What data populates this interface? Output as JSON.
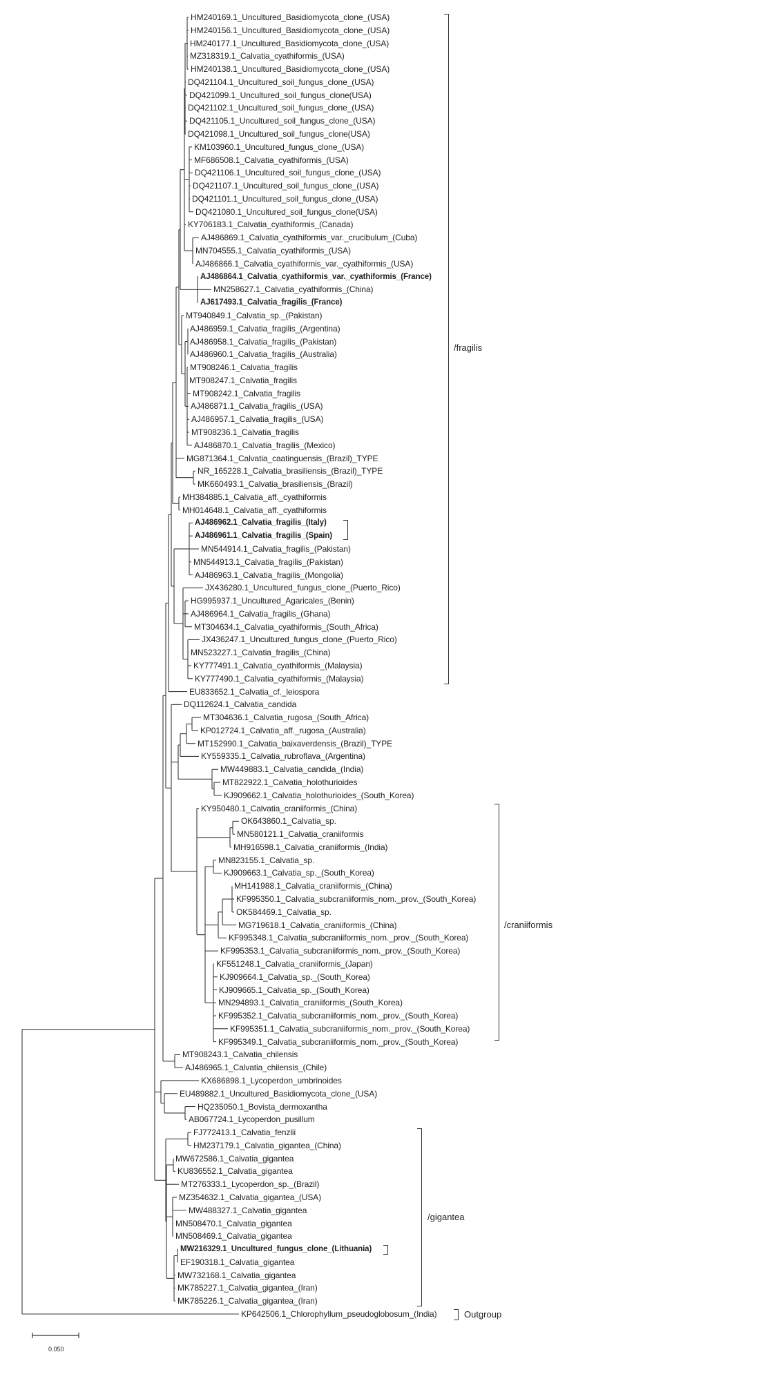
{
  "leaves": [
    {
      "label": "HM240169.1_Uncultured_Basidiomycota_clone_(USA)"
    },
    {
      "label": "HM240156.1_Uncultured_Basidiomycota_clone_(USA)"
    },
    {
      "label": "HM240177.1_Uncultured_Basidiomycota_clone_(USA)"
    },
    {
      "label": "MZ318319.1_Calvatia_cyathiformis_(USA)"
    },
    {
      "label": "HM240138.1_Uncultured_Basidiomycota_clone_(USA)"
    },
    {
      "label": "DQ421104.1_Uncultured_soil_fungus_clone_(USA)"
    },
    {
      "label": "DQ421099.1_Uncultured_soil_fungus_clone(USA)"
    },
    {
      "label": "DQ421102.1_Uncultured_soil_fungus_clone_(USA)"
    },
    {
      "label": "DQ421105.1_Uncultured_soil_fungus_clone_(USA)"
    },
    {
      "label": "DQ421098.1_Uncultured_soil_fungus_clone(USA)"
    },
    {
      "label": "KM103960.1_Uncultured_fungus_clone_(USA)"
    },
    {
      "label": "MF686508.1_Calvatia_cyathiformis_(USA)"
    },
    {
      "label": "DQ421106.1_Uncultured_soil_fungus_clone_(USA)"
    },
    {
      "label": "DQ421107.1_Uncultured_soil_fungus_clone_(USA)"
    },
    {
      "label": "DQ421101.1_Uncultured_soil_fungus_clone_(USA)"
    },
    {
      "label": "DQ421080.1_Uncultured_soil_fungus_clone(USA)"
    },
    {
      "label": "KY706183.1_Calvatia_cyathiformis_(Canada)"
    },
    {
      "label": "AJ486869.1_Calvatia_cyathiformis_var._crucibulum_(Cuba)"
    },
    {
      "label": "MN704555.1_Calvatia_cyathiformis_(USA)"
    },
    {
      "label": "AJ486866.1_Calvatia_cyathiformis_var._cyathiformis_(USA)"
    },
    {
      "label": "AJ486864.1_Calvatia_cyathiformis_var._cyathiformis_(France)",
      "bold": true
    },
    {
      "label": "MN258627.1_Calvatia_cyathiformis_(China)"
    },
    {
      "label": "AJ617493.1_Calvatia_fragilis_(France)",
      "bold": true
    },
    {
      "label": "MT940849.1_Calvatia_sp._(Pakistan)"
    },
    {
      "label": "AJ486959.1_Calvatia_fragilis_(Argentina)"
    },
    {
      "label": "AJ486958.1_Calvatia_fragilis_(Pakistan)"
    },
    {
      "label": "AJ486960.1_Calvatia_fragilis_(Australia)"
    },
    {
      "label": "MT908246.1_Calvatia_fragilis"
    },
    {
      "label": "MT908247.1_Calvatia_fragilis"
    },
    {
      "label": "MT908242.1_Calvatia_fragilis"
    },
    {
      "label": "AJ486871.1_Calvatia_fragilis_(USA)"
    },
    {
      "label": "AJ486957.1_Calvatia_fragilis_(USA)"
    },
    {
      "label": "MT908236.1_Calvatia_fragilis"
    },
    {
      "label": "AJ486870.1_Calvatia_fragilis_(Mexico)"
    },
    {
      "label": "MG871364.1_Calvatia_caatinguensis_(Brazil)_TYPE"
    },
    {
      "label": "NR_165228.1_Calvatia_brasiliensis_(Brazil)_TYPE"
    },
    {
      "label": "MK660493.1_Calvatia_brasiliensis_(Brazil)"
    },
    {
      "label": "MH384885.1_Calvatia_aff._cyathiformis"
    },
    {
      "label": "MH014648.1_Calvatia_aff._cyathiformis"
    },
    {
      "label": "AJ486962.1_Calvatia_fragilis_(Italy)",
      "bold": true
    },
    {
      "label": "AJ486961.1_Calvatia_fragilis_(Spain)",
      "bold": true
    },
    {
      "label": "MN544914.1_Calvatia_fragilis_(Pakistan)"
    },
    {
      "label": "MN544913.1_Calvatia_fragilis_(Pakistan)"
    },
    {
      "label": "AJ486963.1_Calvatia_fragilis_(Mongolia)"
    },
    {
      "label": "JX436280.1_Uncultured_fungus_clone_(Puerto_Rico)"
    },
    {
      "label": "HG995937.1_Uncultured_Agaricales_(Benin)"
    },
    {
      "label": "AJ486964.1_Calvatia_fragilis_(Ghana)"
    },
    {
      "label": "MT304634.1_Calvatia_cyathiformis_(South_Africa)"
    },
    {
      "label": "JX436247.1_Uncultured_fungus_clone_(Puerto_Rico)"
    },
    {
      "label": "MN523227.1_Calvatia_fragilis_(China)"
    },
    {
      "label": "KY777491.1_Calvatia_cyathiformis_(Malaysia)"
    },
    {
      "label": "KY777490.1_Calvatia_cyathiformis_(Malaysia)"
    },
    {
      "label": "EU833652.1_Calvatia_cf._leiospora"
    },
    {
      "label": "DQ112624.1_Calvatia_candida"
    },
    {
      "label": "MT304636.1_Calvatia_rugosa_(South_Africa)"
    },
    {
      "label": "KP012724.1_Calvatia_aff._rugosa_(Australia)"
    },
    {
      "label": "MT152990.1_Calvatia_baixaverdensis_(Brazil)_TYPE"
    },
    {
      "label": "KY559335.1_Calvatia_rubroflava_(Argentina)"
    },
    {
      "label": "MW449883.1_Calvatia_candida_(India)"
    },
    {
      "label": "MT822922.1_Calvatia_holothurioides"
    },
    {
      "label": "KJ909662.1_Calvatia_holothurioides_(South_Korea)"
    },
    {
      "label": "KY950480.1_Calvatia_craniiformis_(China)"
    },
    {
      "label": "OK643860.1_Calvatia_sp."
    },
    {
      "label": "MN580121.1_Calvatia_craniiformis"
    },
    {
      "label": "MH916598.1_Calvatia_craniiformis_(India)"
    },
    {
      "label": "MN823155.1_Calvatia_sp."
    },
    {
      "label": "KJ909663.1_Calvatia_sp._(South_Korea)"
    },
    {
      "label": "MH141988.1_Calvatia_craniiformis_(China)"
    },
    {
      "label": "KF995350.1_Calvatia_subcraniiformis_nom._prov._(South_Korea)"
    },
    {
      "label": "OK584469.1_Calvatia_sp."
    },
    {
      "label": "MG719618.1_Calvatia_craniiformis_(China)"
    },
    {
      "label": "KF995348.1_Calvatia_subcraniiformis_nom._prov._(South_Korea)"
    },
    {
      "label": "KF995353.1_Calvatia_subcraniiformis_nom._prov._(South_Korea)"
    },
    {
      "label": "KF551248.1_Calvatia_craniiformis_(Japan)"
    },
    {
      "label": "KJ909664.1_Calvatia_sp._(South_Korea)"
    },
    {
      "label": "KJ909665.1_Calvatia_sp._(South_Korea)"
    },
    {
      "label": "MN294893.1_Calvatia_craniiformis_(South_Korea)"
    },
    {
      "label": "KF995352.1_Calvatia_subcraniiformis_nom._prov._(South_Korea)"
    },
    {
      "label": "KF995351.1_Calvatia_subcraniiformis_nom._prov._(South_Korea)"
    },
    {
      "label": "KF995349.1_Calvatia_subcraniiformis_nom._prov._(South_Korea)"
    },
    {
      "label": "MT908243.1_Calvatia_chilensis"
    },
    {
      "label": "AJ486965.1_Calvatia_chilensis_(Chile)"
    },
    {
      "label": "KX686898.1_Lycoperdon_umbrinoides"
    },
    {
      "label": "EU489882.1_Uncultured_Basidiomycota_clone_(USA)"
    },
    {
      "label": "HQ235050.1_Bovista_dermoxantha"
    },
    {
      "label": "AB067724.1_Lycoperdon_pusillum"
    },
    {
      "label": "FJ772413.1_Calvatia_fenzlii"
    },
    {
      "label": "HM237179.1_Calvatia_gigantea_(China)"
    },
    {
      "label": "MW672586.1_Calvatia_gigantea"
    },
    {
      "label": "KU836552.1_Calvatia_gigantea"
    },
    {
      "label": "MT276333.1_Lycoperdon_sp._(Brazil)"
    },
    {
      "label": "MZ354632.1_Calvatia_gigantea_(USA)"
    },
    {
      "label": "MW488327.1_Calvatia_gigantea"
    },
    {
      "label": "MN508470.1_Calvatia_gigantea"
    },
    {
      "label": "MN508469.1_Calvatia_gigantea"
    },
    {
      "label": "MW216329.1_Uncultured_fungus_clone_(Lithuania)",
      "bold": true
    },
    {
      "label": "EF190318.1_Calvatia_gigantea"
    },
    {
      "label": "MW732168.1_Calvatia_gigantea"
    },
    {
      "label": "MK785227.1_Calvatia_gigantea_(Iran)"
    },
    {
      "label": "MK785226.1_Calvatia_gigantea_(Iran)"
    },
    {
      "label": "KP642506.1_Chlorophyllum_pseudoglobosum_(India)"
    }
  ],
  "clades": {
    "fragilis": "/fragilis",
    "craniiformis": "/craniiformis",
    "gigantea": "/gigantea",
    "outgroup": "Outgroup"
  },
  "scale_bar": {
    "label": "0.050",
    "value": 0.05
  }
}
